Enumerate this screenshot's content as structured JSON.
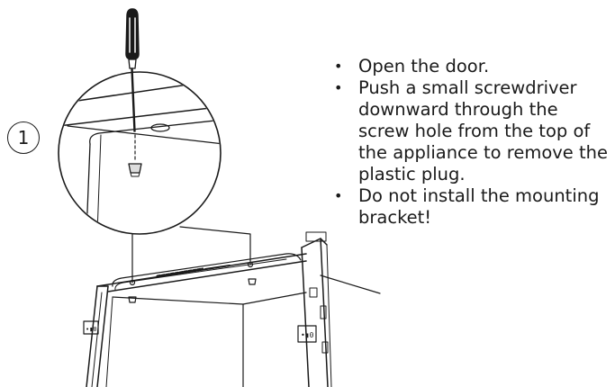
{
  "step": {
    "number": "1"
  },
  "instructions": [
    {
      "text": "Open the door."
    },
    {
      "text": "Push a small screwdriver downward through the screw hole from the top of the appliance to remove the plastic plug."
    },
    {
      "text": "Do not install the mounting bracket!"
    }
  ],
  "illustration": {
    "tools": [
      "screwdriver-icon"
    ],
    "parts": [
      "plastic-plug",
      "screw-hole",
      "appliance-frame",
      "door-hinge"
    ],
    "stroke_color": "#1a1a1a",
    "fill_color": "#ffffff"
  }
}
